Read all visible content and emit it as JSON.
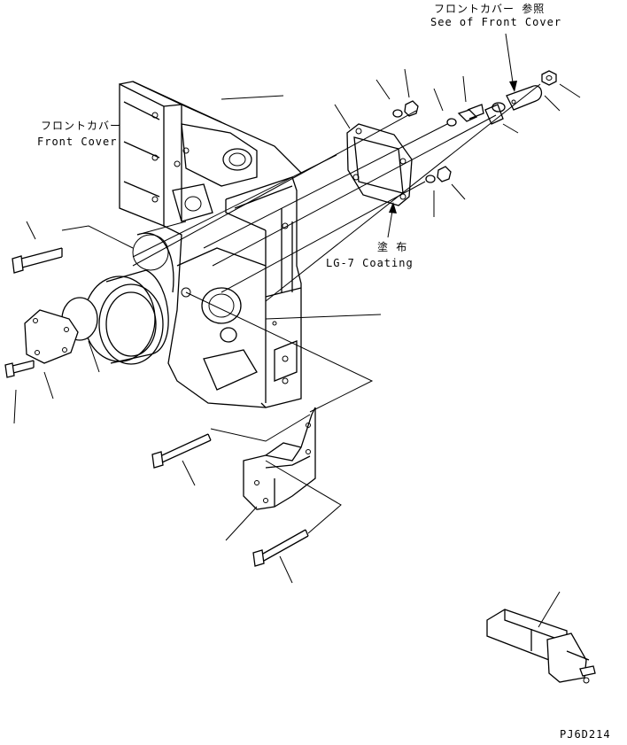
{
  "labels": {
    "front_cover_ref_jp": "フロントカバー 参照",
    "front_cover_ref_en": "See of Front Cover",
    "front_cover_jp": "フロントカバー",
    "front_cover_en": "Front Cover",
    "coating_jp": "塗 布",
    "coating_en": "LG-7 Coating",
    "drawing_code": "PJ6D214"
  }
}
